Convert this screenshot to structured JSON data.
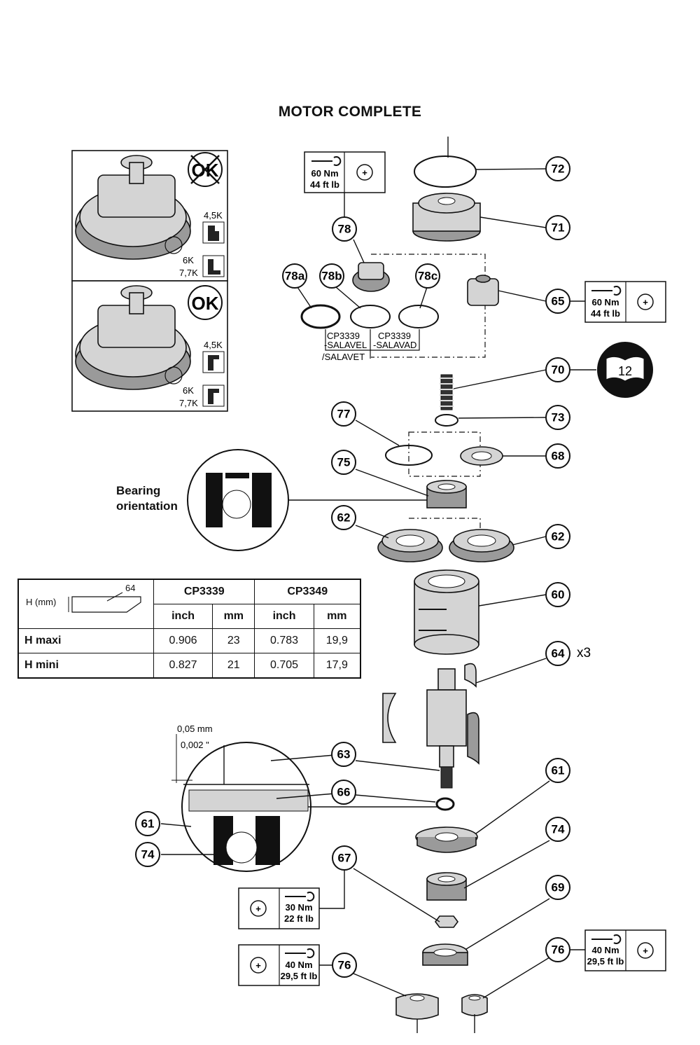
{
  "title": "MOTOR COMPLETE",
  "callouts": [
    "72",
    "71",
    "78",
    "65",
    "78a",
    "78b",
    "78c",
    "70",
    "73",
    "77",
    "68",
    "75",
    "62",
    "62",
    "60",
    "64",
    "63",
    "66",
    "61",
    "74",
    "61",
    "74",
    "67",
    "69",
    "76",
    "76"
  ],
  "quantity_note": "x3",
  "reference_part_numbers": {
    "left": [
      "CP3339",
      "-SALAVEL",
      "/SALAVET"
    ],
    "right": [
      "CP3339",
      "-SALAVAD"
    ]
  },
  "torques": {
    "t78": [
      "60 Nm",
      "44 ft lb"
    ],
    "t65": [
      "60 Nm",
      "44 ft lb"
    ],
    "t67": [
      "30 Nm",
      "22 ft lb"
    ],
    "t76a": [
      "40 Nm",
      "29,5 ft lb"
    ],
    "t76b": [
      "40 Nm",
      "29,5 ft lb"
    ]
  },
  "book_reference": "12",
  "bearing_orientation": [
    "Bearing",
    "orientation"
  ],
  "inset_top": {
    "status": "OK",
    "labels": [
      "4,5K",
      "6K",
      "7,7K"
    ]
  },
  "inset_bottom": {
    "status": "OK",
    "labels": [
      "4,5K",
      "6K",
      "7,7K"
    ]
  },
  "gap_detail": {
    "mm": "0,05 mm",
    "inch": "0,002 \""
  },
  "dimension_table": {
    "header_symbol": "H (mm)",
    "header_ref": "64",
    "models": [
      "CP3339",
      "CP3349"
    ],
    "units": [
      "inch",
      "mm",
      "inch",
      "mm"
    ],
    "rows": [
      {
        "label": "H maxi",
        "values": [
          "0.906",
          "23",
          "0.783",
          "19,9"
        ]
      },
      {
        "label": "H mini",
        "values": [
          "0.827",
          "21",
          "0.705",
          "17,9"
        ]
      }
    ]
  }
}
